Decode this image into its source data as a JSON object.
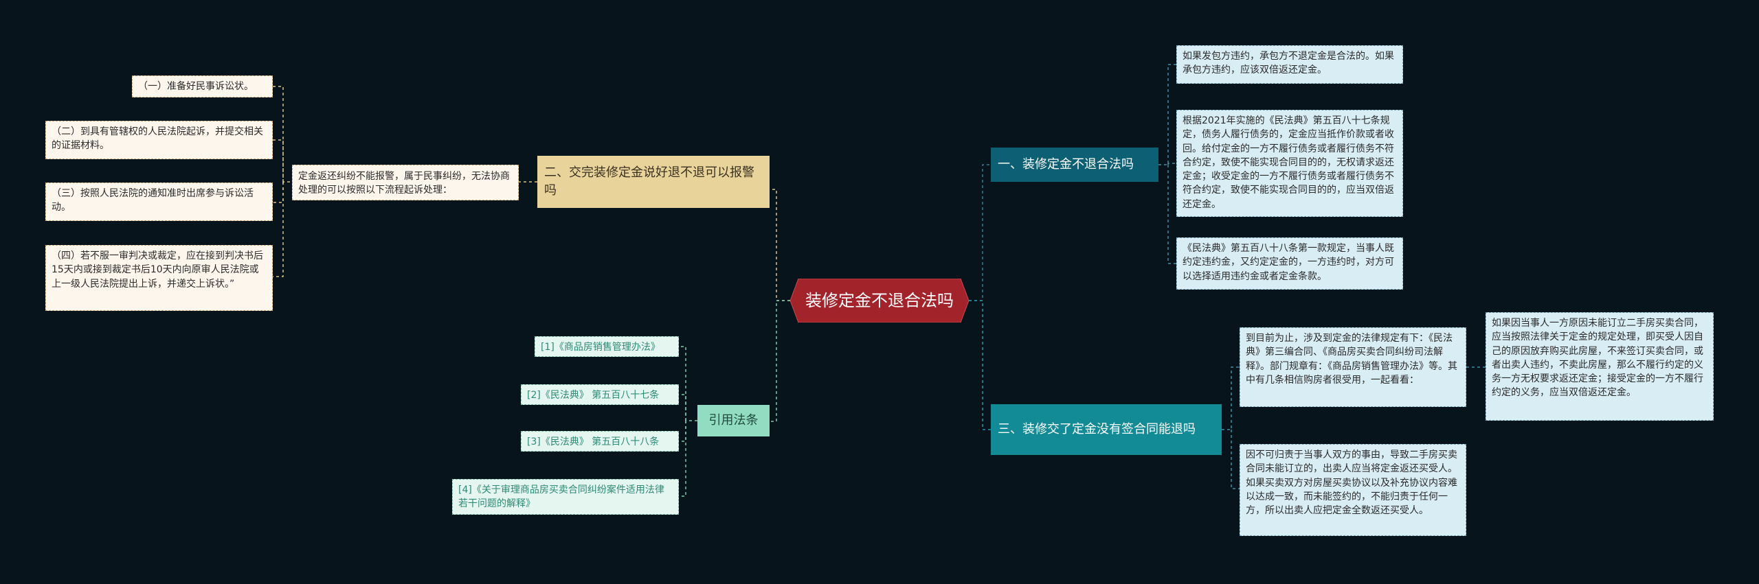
{
  "root": {
    "title": "装修定金不退合法吗"
  },
  "branches": {
    "b1": {
      "label": "一、装修定金不退合法吗",
      "leaves": [
        "如果发包方违约，承包方不退定金是合法的。如果承包方违约，应该双倍返还定金。",
        "根据2021年实施的《民法典》第五百八十七条规定，债务人履行债务的，定金应当抵作价款或者收回。给付定金的一方不履行债务或者履行债务不符合约定，致使不能实现合同目的的，无权请求返还定金；收受定金的一方不履行债务或者履行债务不符合约定，致使不能实现合同目的的，应当双倍返还定金。",
        "《民法典》第五百八十八条第一款规定，当事人既约定违约金，又约定定金的，一方违约时，对方可以选择适用违约金或者定金条款。"
      ]
    },
    "b2": {
      "label": "二、交完装修定金说好退不退可以报警吗",
      "mid": "定金返还纠纷不能报警，属于民事纠纷，无法协商处理的可以按照以下流程起诉处理：",
      "leaves": [
        "（一）准备好民事诉讼状。",
        "（二）到具有管辖权的人民法院起诉，并提交相关的证据材料。",
        "（三）按照人民法院的通知准时出席参与诉讼活动。",
        "（四）若不服一审判决或裁定，应在接到判决书后15天内或接到裁定书后10天内向原审人民法院或上一级人民法院提出上诉，并递交上诉状。”"
      ]
    },
    "b3": {
      "label": "三、装修交了定金没有签合同能退吗",
      "leaves": [
        "到目前为止，涉及到定金的法律规定有下：《民法典》第三编合同、《商品房买卖合同纠纷司法解释》。部门规章有：《商品房销售管理办法》等。其中有几条相信购房者很受用，一起看看：",
        "因不可归责于当事人双方的事由，导致二手房买卖合同未能订立的，出卖人应当将定金返还买受人。 如果买卖双方对房屋买卖协议以及补充协议内容难以达成一致，而未能签约的，不能归责于任何一方，所以出卖人应把定金全数返还买受人。"
      ],
      "sub": "如果因当事人一方原因未能订立二手房买卖合同，应当按照法律关于定金的规定处理，即买受人因自己的原因放弃购买此房屋，不来签订买卖合同，或者出卖人违约，不卖此房屋，那么不履行约定的义务一方无权要求返还定金；接受定金的一方不履行约定的义务，应当双倍返还定金。"
    },
    "b4": {
      "label": "引用法条",
      "leaves": [
        "[1]《商品房销售管理办法》",
        "[2]《民法典》 第五百八十七条",
        "[3]《民法典》 第五百八十八条",
        "[4]《关于审理商品房买卖合同纠纷案件适用法律若干问题的解释》"
      ]
    }
  },
  "colors": {
    "root": "#a3232b",
    "b1": "#0d5f74",
    "b2": "#e8d49a",
    "b3": "#138b96",
    "b4": "#92dcc1",
    "line_left": "#c9a97a",
    "line_right": "#3f8fa3"
  }
}
